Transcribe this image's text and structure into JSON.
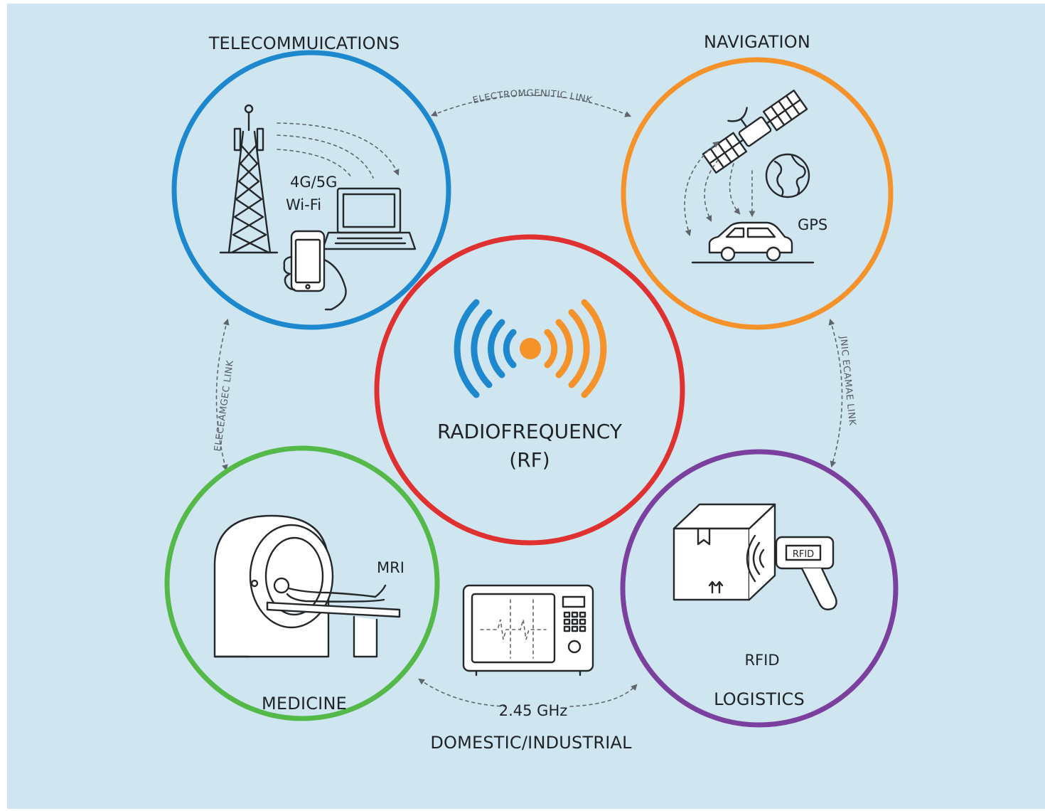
{
  "diagram": {
    "center": {
      "title_line1": "RADIOFREQUENCY",
      "title_line2": "(RF)",
      "color": "#e03131"
    },
    "nodes": [
      {
        "id": "telecom",
        "title": "TELECOMMUICATIONS",
        "details": [
          "4G/5G",
          "Wi-Fi"
        ],
        "color": "#1e88cf",
        "icons": [
          "cell-tower-icon",
          "laptop-icon",
          "smartphone-in-hand-icon"
        ]
      },
      {
        "id": "navigation",
        "title": "NAVIGATION",
        "details": [
          "GPS"
        ],
        "color": "#f5922a",
        "icons": [
          "satellite-icon",
          "globe-icon",
          "car-icon"
        ]
      },
      {
        "id": "medicine",
        "title": "MEDICINE",
        "details": [
          "MRI"
        ],
        "color": "#55b94a",
        "icons": [
          "mri-scanner-icon",
          "patient-icon"
        ]
      },
      {
        "id": "logistics",
        "title": "LOGISTICS",
        "details": [
          "RFID"
        ],
        "color": "#7b3f9e",
        "icons": [
          "package-box-icon",
          "rfid-scanner-icon"
        ],
        "scanner_label": "RFID"
      },
      {
        "id": "domestic",
        "title": "DOMESTIC/INDUSTRIAL",
        "details": [
          "2.45 GHz"
        ],
        "icons": [
          "microwave-oven-icon"
        ]
      }
    ],
    "links": {
      "top": "ELECTROMGENITIC LINK",
      "left": "ELECEAMGEC LINK",
      "right": "JNIC ECAMAE LINK"
    },
    "wave_colors": {
      "left": "#1e88cf",
      "right": "#f5922a",
      "source": "#f5922a"
    }
  }
}
